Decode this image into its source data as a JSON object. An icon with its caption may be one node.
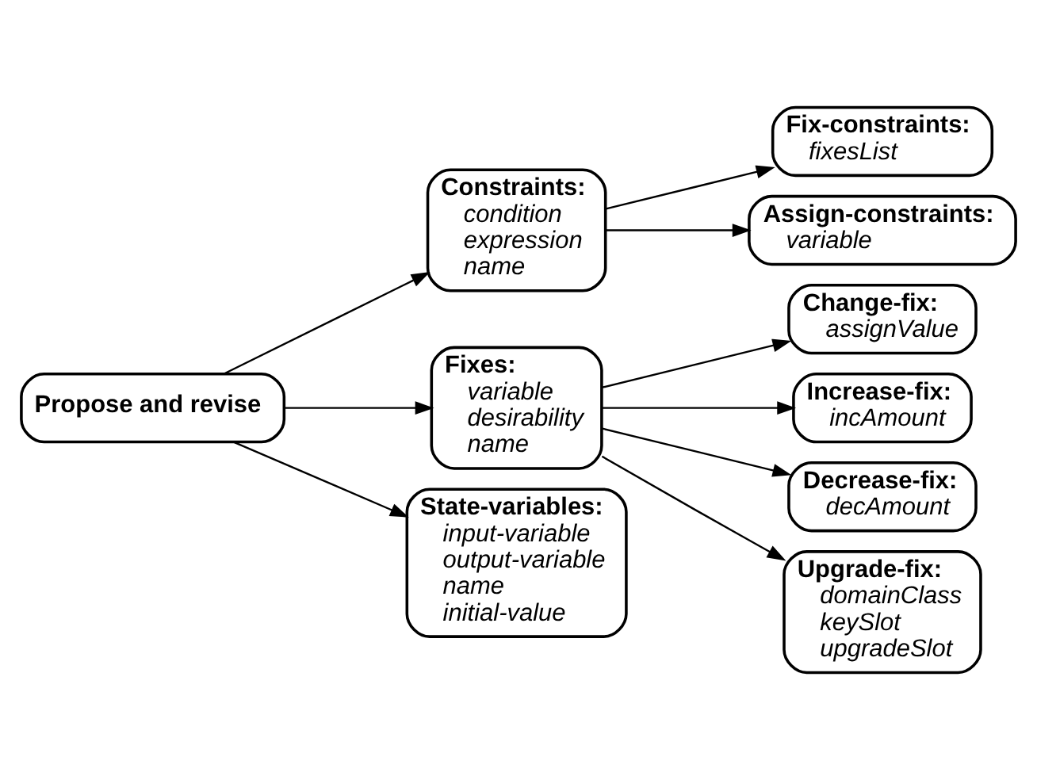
{
  "diagram": {
    "nodes": [
      {
        "text": [
          "Propose and revise"
        ]
      },
      {
        "text": [
          "Constraints:",
          "condition",
          "expression",
          "name"
        ]
      },
      {
        "text": [
          "Fixes:",
          "variable",
          "desirability",
          "name"
        ]
      },
      {
        "text": [
          "State-variables:",
          "input-variable",
          "output-variable",
          "name",
          "initial-value"
        ]
      },
      {
        "text": [
          "Fix-constraints:",
          "fixesList"
        ]
      },
      {
        "text": [
          "Assign-constraints:",
          "variable"
        ]
      },
      {
        "text": [
          "Change-fix:",
          "assignValue"
        ]
      },
      {
        "text": [
          "Increase-fix:",
          "incAmount"
        ]
      },
      {
        "text": [
          "Decrease-fix:",
          "decAmount"
        ]
      },
      {
        "text": [
          "Upgrade-fix:",
          "domainClass",
          "keySlot",
          "upgradeSlot"
        ]
      }
    ],
    "edges": [
      {
        "from": 0,
        "to": 1,
        "arrow": "to"
      },
      {
        "from": 0,
        "to": 2,
        "arrow": "to"
      },
      {
        "from": 0,
        "to": 3,
        "arrow": "to"
      },
      {
        "from": 1,
        "to": 4,
        "arrow": "to"
      },
      {
        "from": 1,
        "to": 5,
        "arrow": "to"
      },
      {
        "from": 2,
        "to": 6,
        "arrow": "to"
      },
      {
        "from": 2,
        "to": 7,
        "arrow": "to"
      },
      {
        "from": 2,
        "to": 8,
        "arrow": "to"
      },
      {
        "from": 2,
        "to": 9,
        "arrow": "to"
      }
    ]
  }
}
